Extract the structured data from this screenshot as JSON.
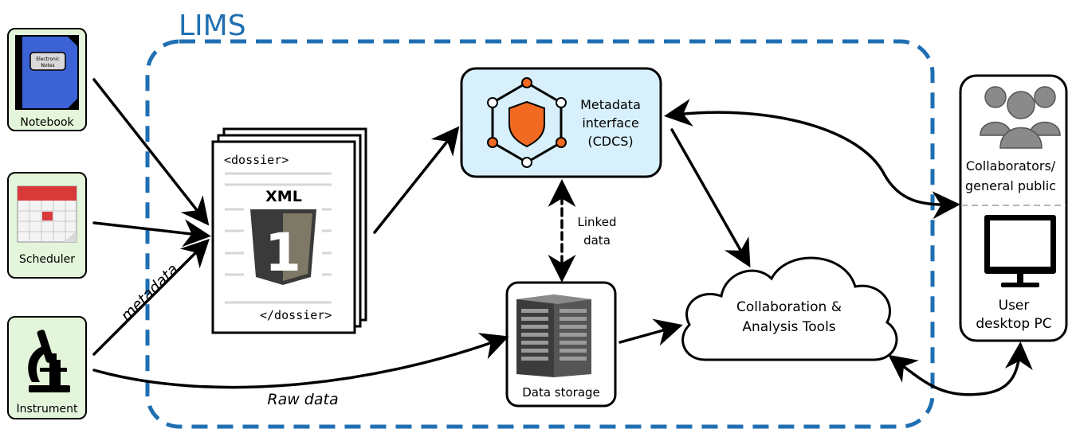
{
  "lims": {
    "title": "LIMS"
  },
  "sources": {
    "notebook": {
      "label": "Notebook",
      "cover_text_1": "Electronic",
      "cover_text_2": "Notes"
    },
    "scheduler": {
      "label": "Scheduler"
    },
    "instrument": {
      "label": "Instrument"
    }
  },
  "xml_doc": {
    "open_tag": "<dossier>",
    "close_tag": "</dossier>",
    "badge_title": "XML",
    "badge_number": "1"
  },
  "metadata_interface": {
    "line1": "Metadata",
    "line2": "interface",
    "line3": "(CDCS)"
  },
  "linked_data": {
    "line1": "Linked",
    "line2": "data"
  },
  "data_storage": {
    "label": "Data storage"
  },
  "cloud": {
    "line1": "Collaboration &",
    "line2": "Analysis Tools"
  },
  "right_panel": {
    "collaborators_line1": "Collaborators/",
    "collaborators_line2": "general public",
    "user_line1": "User",
    "user_line2": "desktop PC"
  },
  "edge_labels": {
    "metadata": "metadata",
    "raw_data": "Raw data"
  },
  "colors": {
    "lims_blue": "#1f6fb2",
    "source_box_fill": "#e3f5da",
    "metadata_box_fill": "#d7f0fb",
    "accent_orange": "#f26a21",
    "notebook_blue": "#3b63d6",
    "scheduler_red": "#d83a3a"
  }
}
